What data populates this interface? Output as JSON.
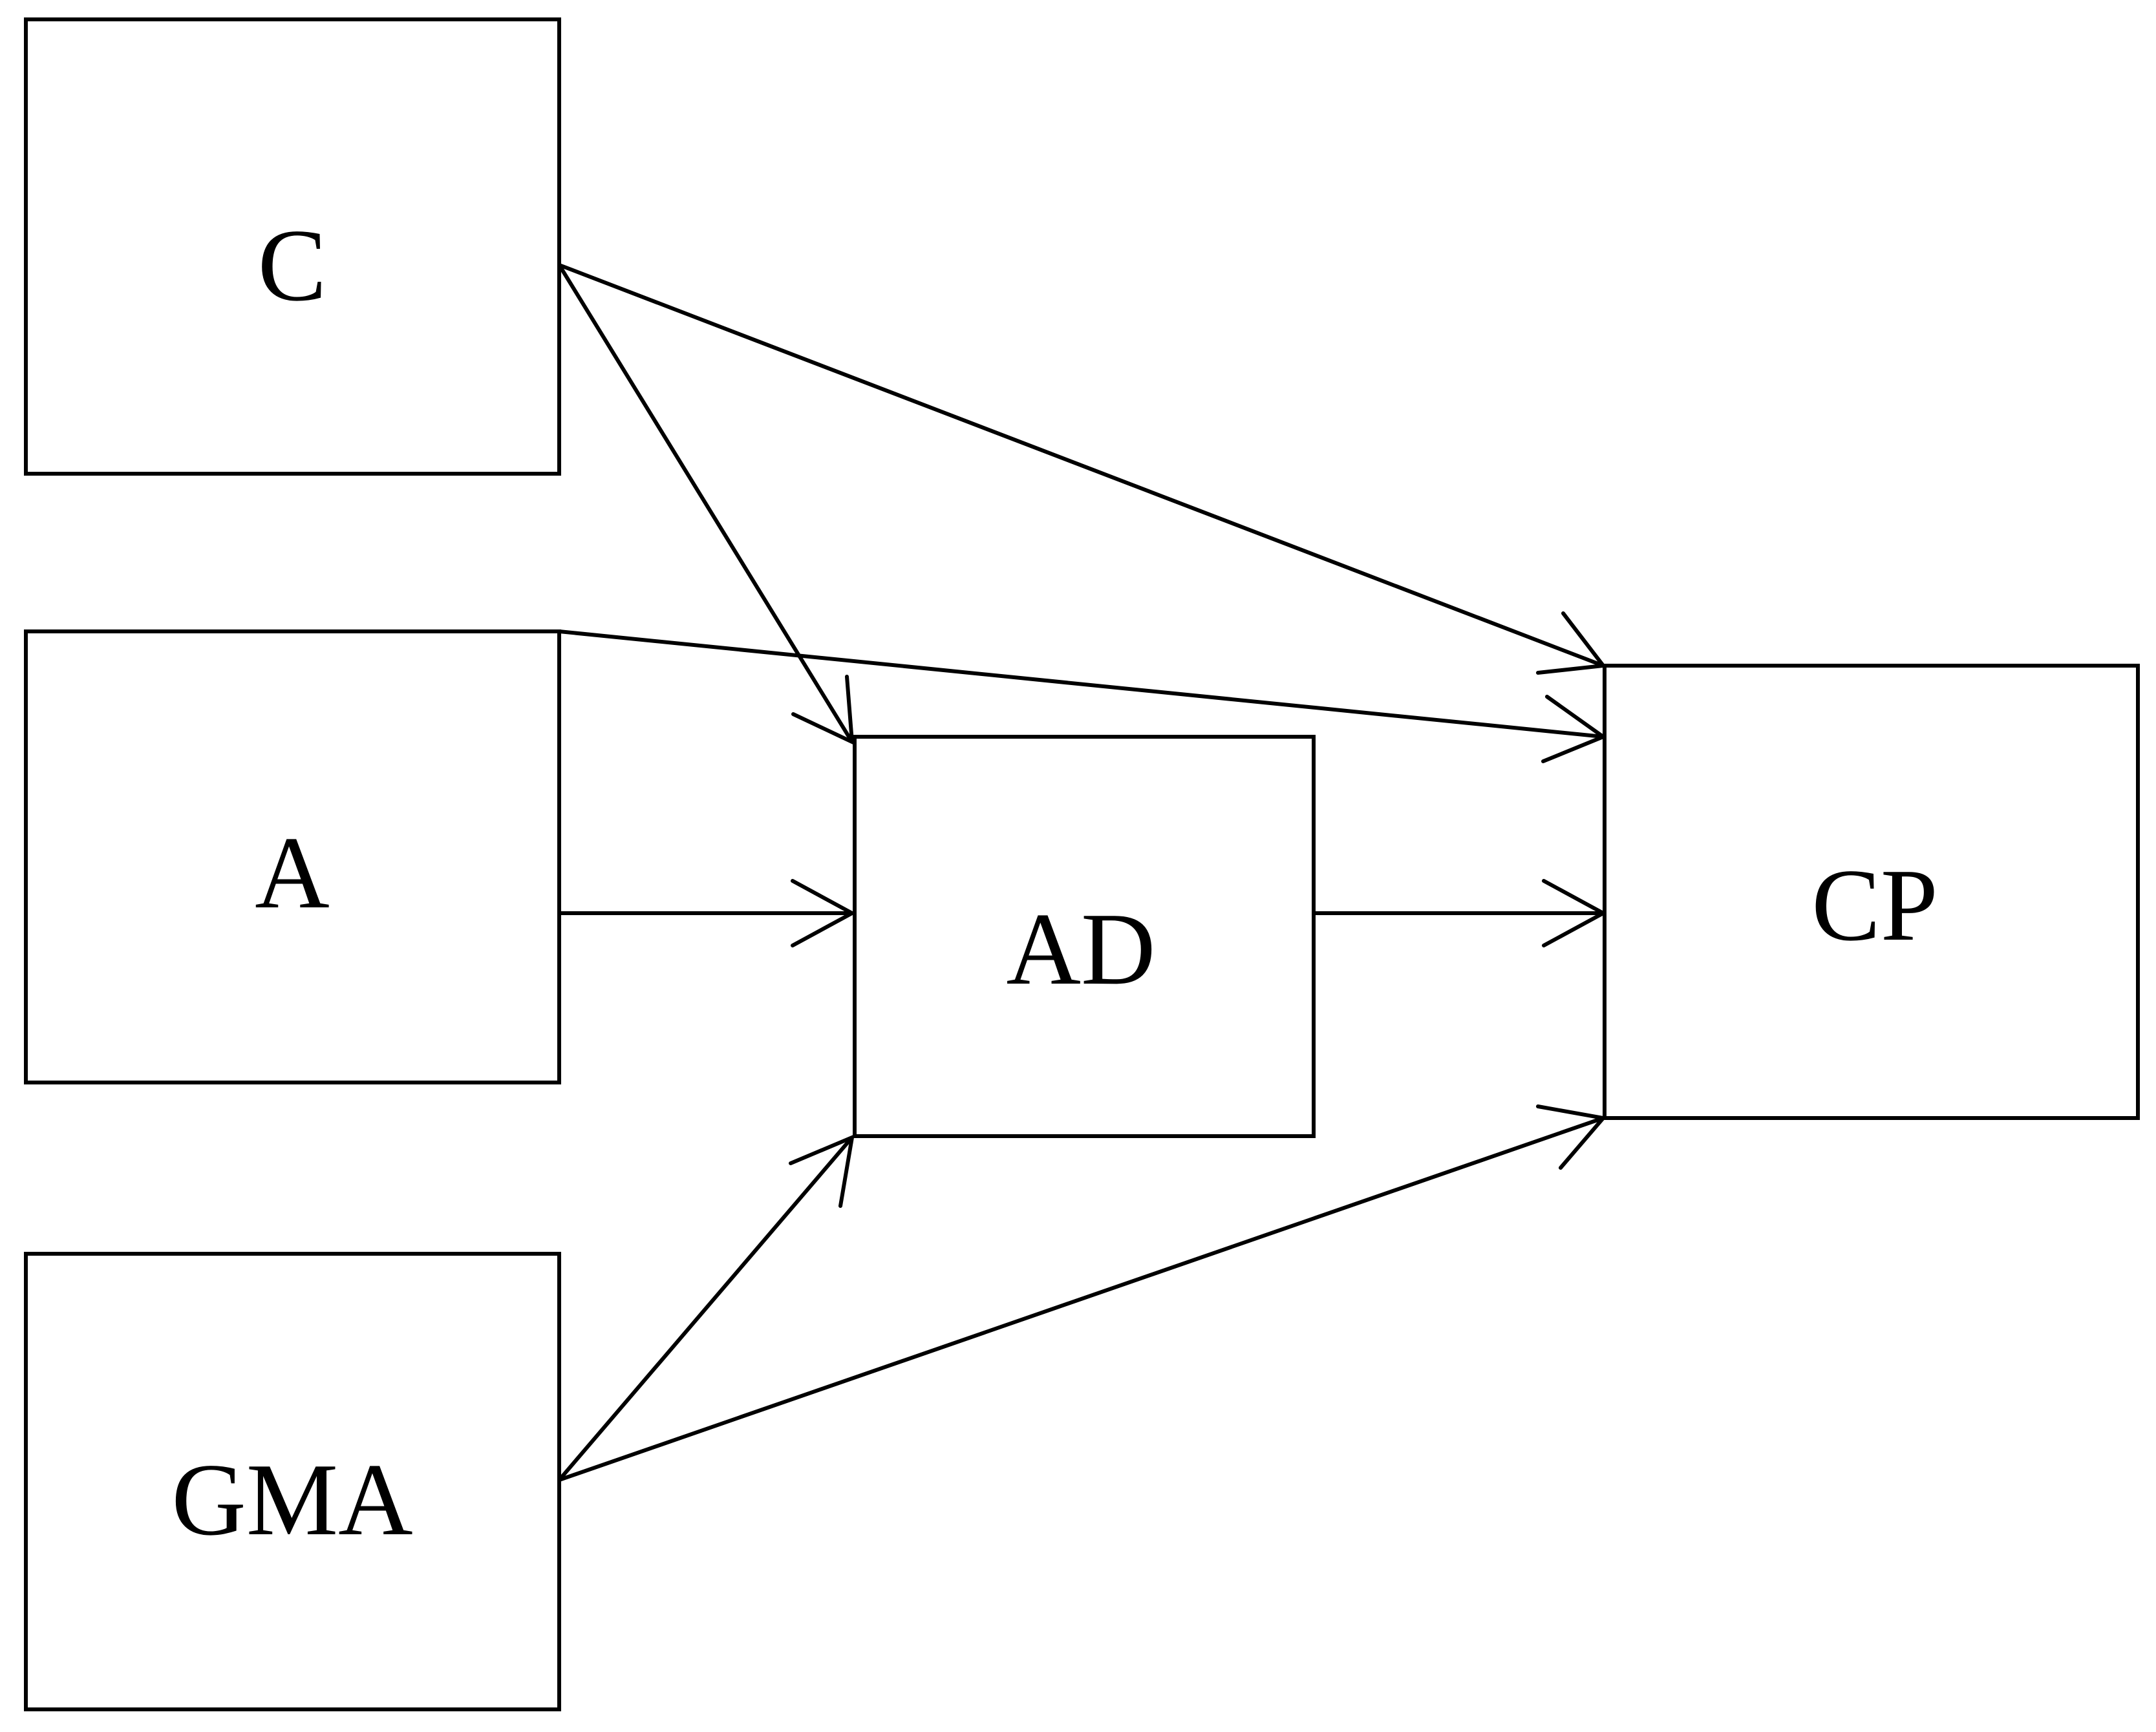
{
  "diagram": {
    "nodes": {
      "C": {
        "label": "C"
      },
      "A": {
        "label": "A"
      },
      "GMA": {
        "label": "GMA"
      },
      "AD": {
        "label": "AD"
      },
      "CP": {
        "label": "CP"
      }
    },
    "edges": [
      {
        "from": "C",
        "to": "AD"
      },
      {
        "from": "C",
        "to": "CP"
      },
      {
        "from": "A",
        "to": "CP"
      },
      {
        "from": "A",
        "to": "AD"
      },
      {
        "from": "AD",
        "to": "CP"
      },
      {
        "from": "GMA",
        "to": "AD"
      },
      {
        "from": "GMA",
        "to": "CP"
      }
    ],
    "colors": {
      "stroke": "#000000",
      "background": "#ffffff"
    }
  }
}
